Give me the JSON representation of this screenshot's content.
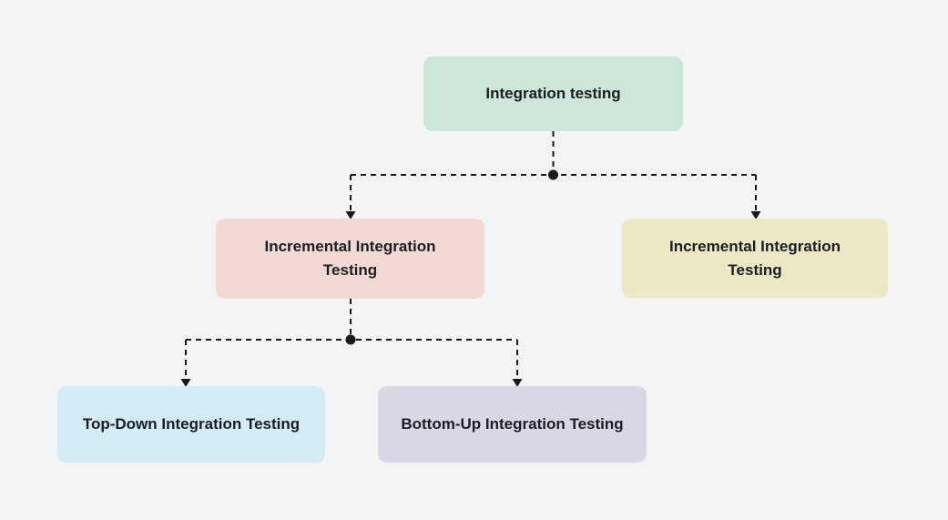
{
  "diagram": {
    "background_color": "#f3f4f6",
    "text_color": "#1a1d21",
    "connector": {
      "color": "#17191c",
      "style": "dashed",
      "junction_marker": "solid-dot",
      "end_marker": "solid-triangle-arrow-down"
    },
    "nodes": [
      {
        "id": "root",
        "label": "Integration testing",
        "color": "#cde6da"
      },
      {
        "id": "incremental-left",
        "label": "Incremental Integration Testing",
        "color": "#f3d9d5"
      },
      {
        "id": "incremental-right",
        "label": "Incremental Integration Testing",
        "color": "#ece8c5"
      },
      {
        "id": "top-down",
        "label": "Top-Down Integration Testing",
        "color": "#d3ebf5"
      },
      {
        "id": "bottom-up",
        "label": "Bottom-Up Integration Testing",
        "color": "#dad7e4"
      }
    ],
    "edges": [
      {
        "from": "root",
        "to": "incremental-left"
      },
      {
        "from": "root",
        "to": "incremental-right"
      },
      {
        "from": "incremental-left",
        "to": "top-down"
      },
      {
        "from": "incremental-left",
        "to": "bottom-up"
      }
    ]
  }
}
